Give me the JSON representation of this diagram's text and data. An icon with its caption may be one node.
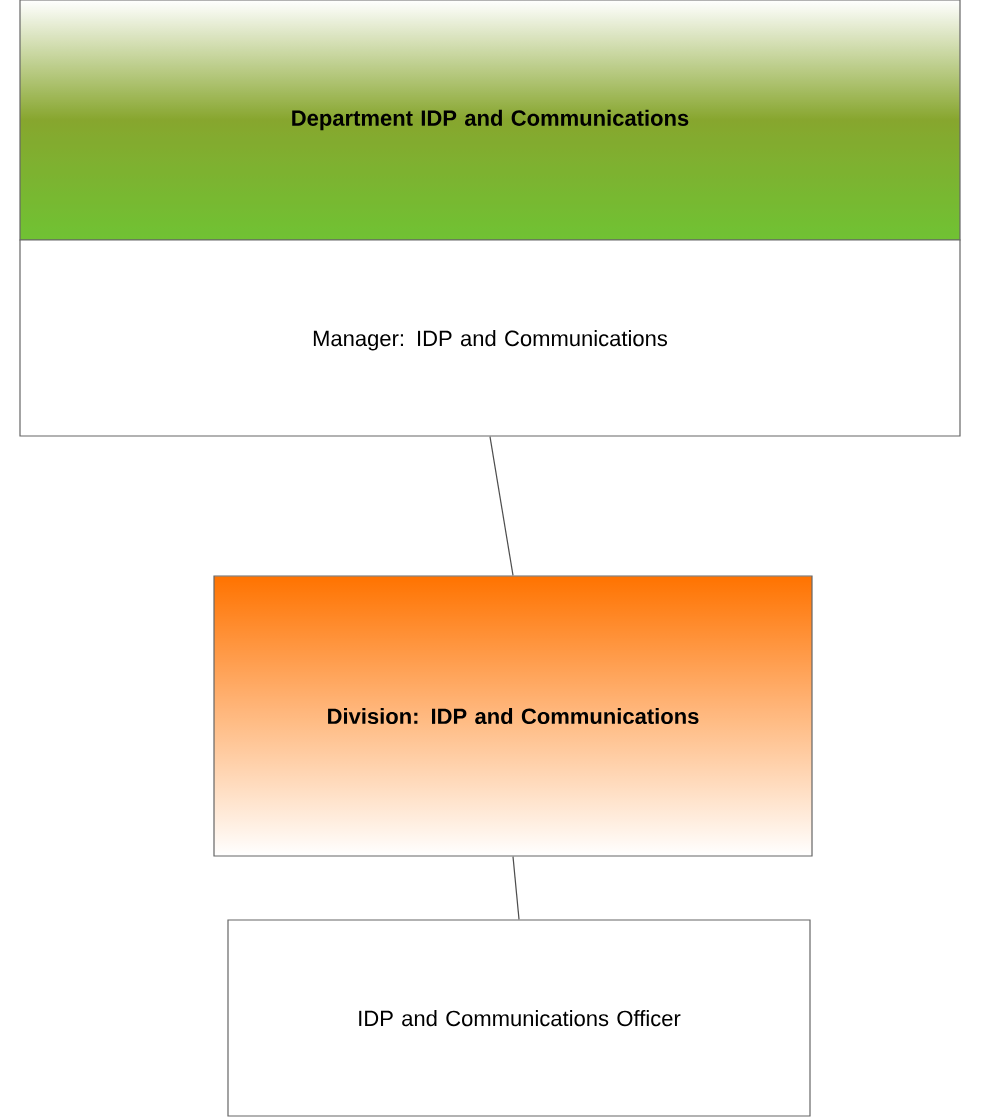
{
  "diagram": {
    "nodes": [
      {
        "text": [
          "Department IDP and Communications"
        ]
      },
      {
        "text": [
          "Manager: IDP and Communications"
        ]
      },
      {
        "text": [
          "Division: IDP and Communications"
        ]
      },
      {
        "text": [
          "IDP and Communications Officer"
        ]
      }
    ],
    "edges": [
      {
        "from": 1,
        "to": 2,
        "arrow": "none"
      },
      {
        "from": 2,
        "to": 3,
        "arrow": "none"
      }
    ]
  }
}
